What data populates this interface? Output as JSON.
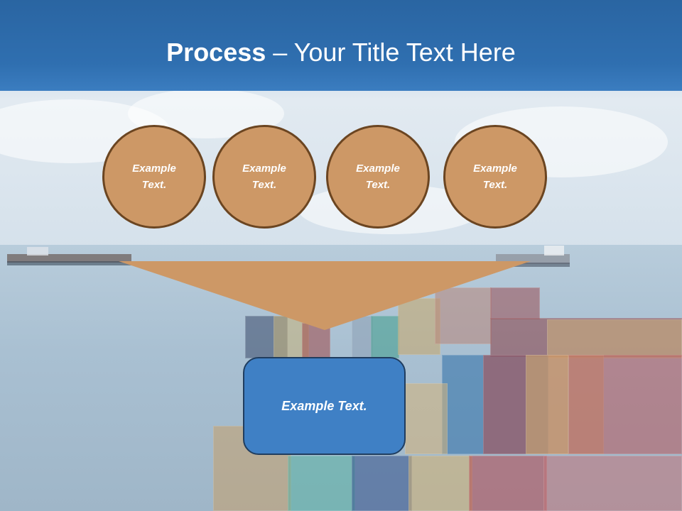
{
  "slide": {
    "title_bold": "Process",
    "title_rest": " – Your Title Text Here",
    "steps": [
      {
        "label": "Example Text."
      },
      {
        "label": "Example Text."
      },
      {
        "label": "Example Text."
      },
      {
        "label": "Example Text."
      }
    ],
    "result": {
      "label": "Example Text."
    }
  },
  "colors": {
    "title_band": "#2f6fb0",
    "circle_fill": "#cd9866",
    "circle_border": "#6b4521",
    "funnel_fill": "#cd9866",
    "result_fill": "#3f80c5",
    "result_border": "#203d5f"
  }
}
